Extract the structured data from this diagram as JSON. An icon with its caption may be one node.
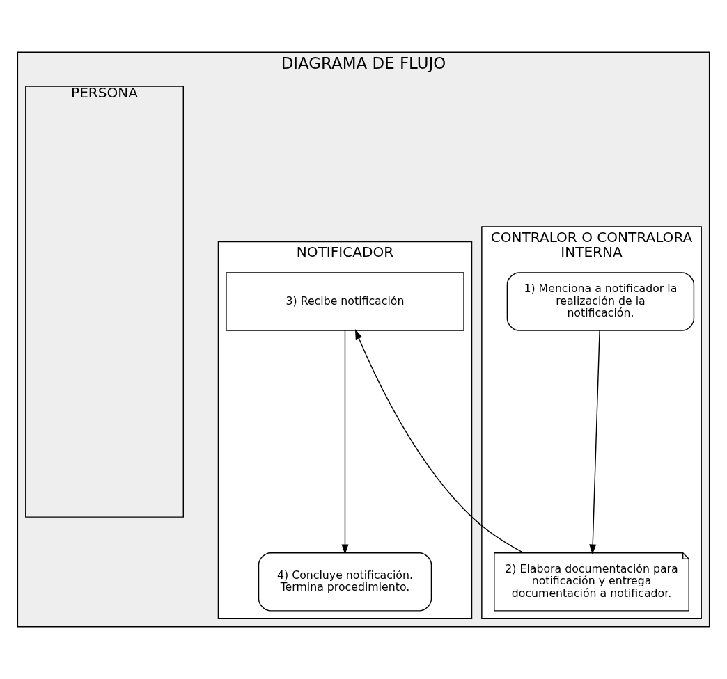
{
  "diagram": {
    "nodes": [
      {
        "text": [
          "DIAGRAMA DE FLUJO"
        ]
      },
      {
        "text": [
          "CONTRALOR O CONTRALORA INTERNA"
        ],
        "in": 0
      },
      {
        "text": [
          "NOTIFICADOR"
        ],
        "in": 0
      },
      {
        "text": [
          "PERSONA"
        ],
        "in": 0
      },
      {
        "text": [
          "1) Menciona a notificador la realización de la notificación."
        ],
        "in": 1
      },
      {
        "text": [
          "2) Elabora documentación para notificación y entrega documentación a notificador."
        ],
        "in": 1
      },
      {
        "text": [
          "3) Recibe notificación"
        ],
        "in": 2
      },
      {
        "text": [
          "4) Concluye notificación. Termina procedimiento."
        ],
        "in": 2
      }
    ],
    "edges": [
      {
        "from": 4,
        "to": 5,
        "arrow": "to"
      },
      {
        "from": 5,
        "to": 6,
        "arrow": "to"
      },
      {
        "from": 6,
        "to": 7,
        "arrow": "to"
      }
    ]
  }
}
